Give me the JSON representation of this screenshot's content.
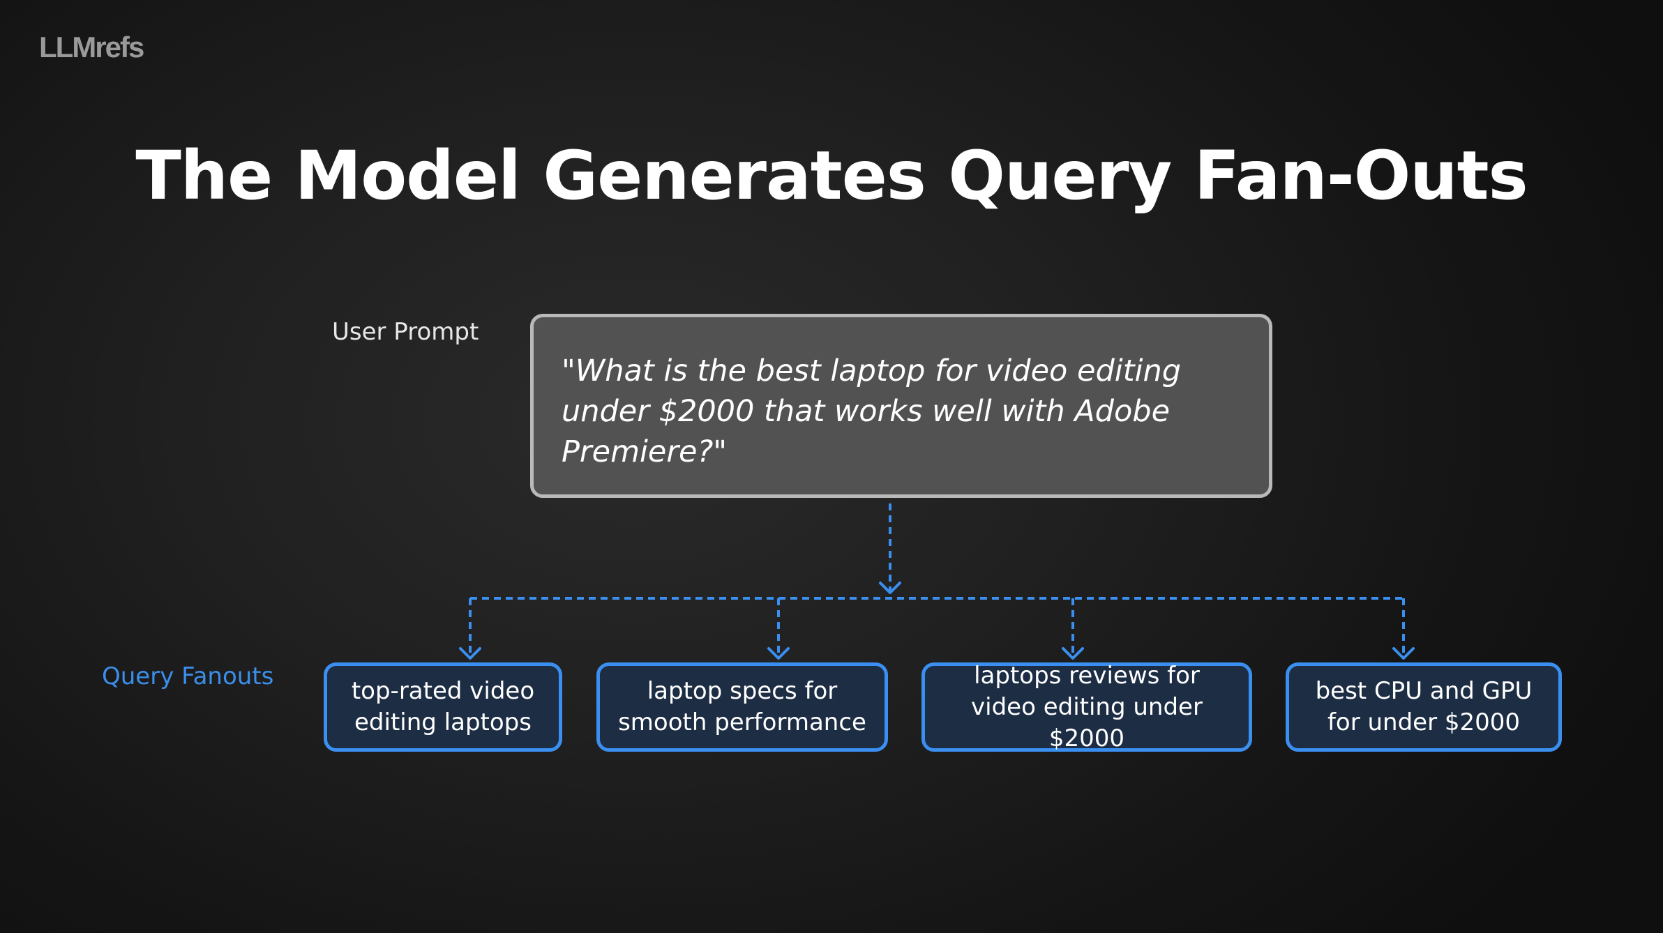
{
  "brand": {
    "logo_text": "LLMrefs"
  },
  "slide": {
    "title": "The Model Generates Query Fan-Outs"
  },
  "user_prompt": {
    "label": "User Prompt",
    "text": "\"What is the best laptop for video editing under $2000 that works well with Adobe Premiere?\""
  },
  "query_fanouts": {
    "label": "Query Fanouts",
    "items": [
      {
        "text": "top-rated video editing laptops"
      },
      {
        "text": "laptop specs for smooth performance"
      },
      {
        "text": "laptops reviews for video editing under $2000"
      },
      {
        "text": "best CPU and GPU for under $2000"
      }
    ]
  },
  "colors": {
    "accent_blue": "#3a8ff0",
    "prompt_box_fill": "#525252",
    "prompt_box_border": "#b9b9b9",
    "fanout_box_fill": "#1c2d44",
    "logo_gray": "#9a9a9a"
  }
}
